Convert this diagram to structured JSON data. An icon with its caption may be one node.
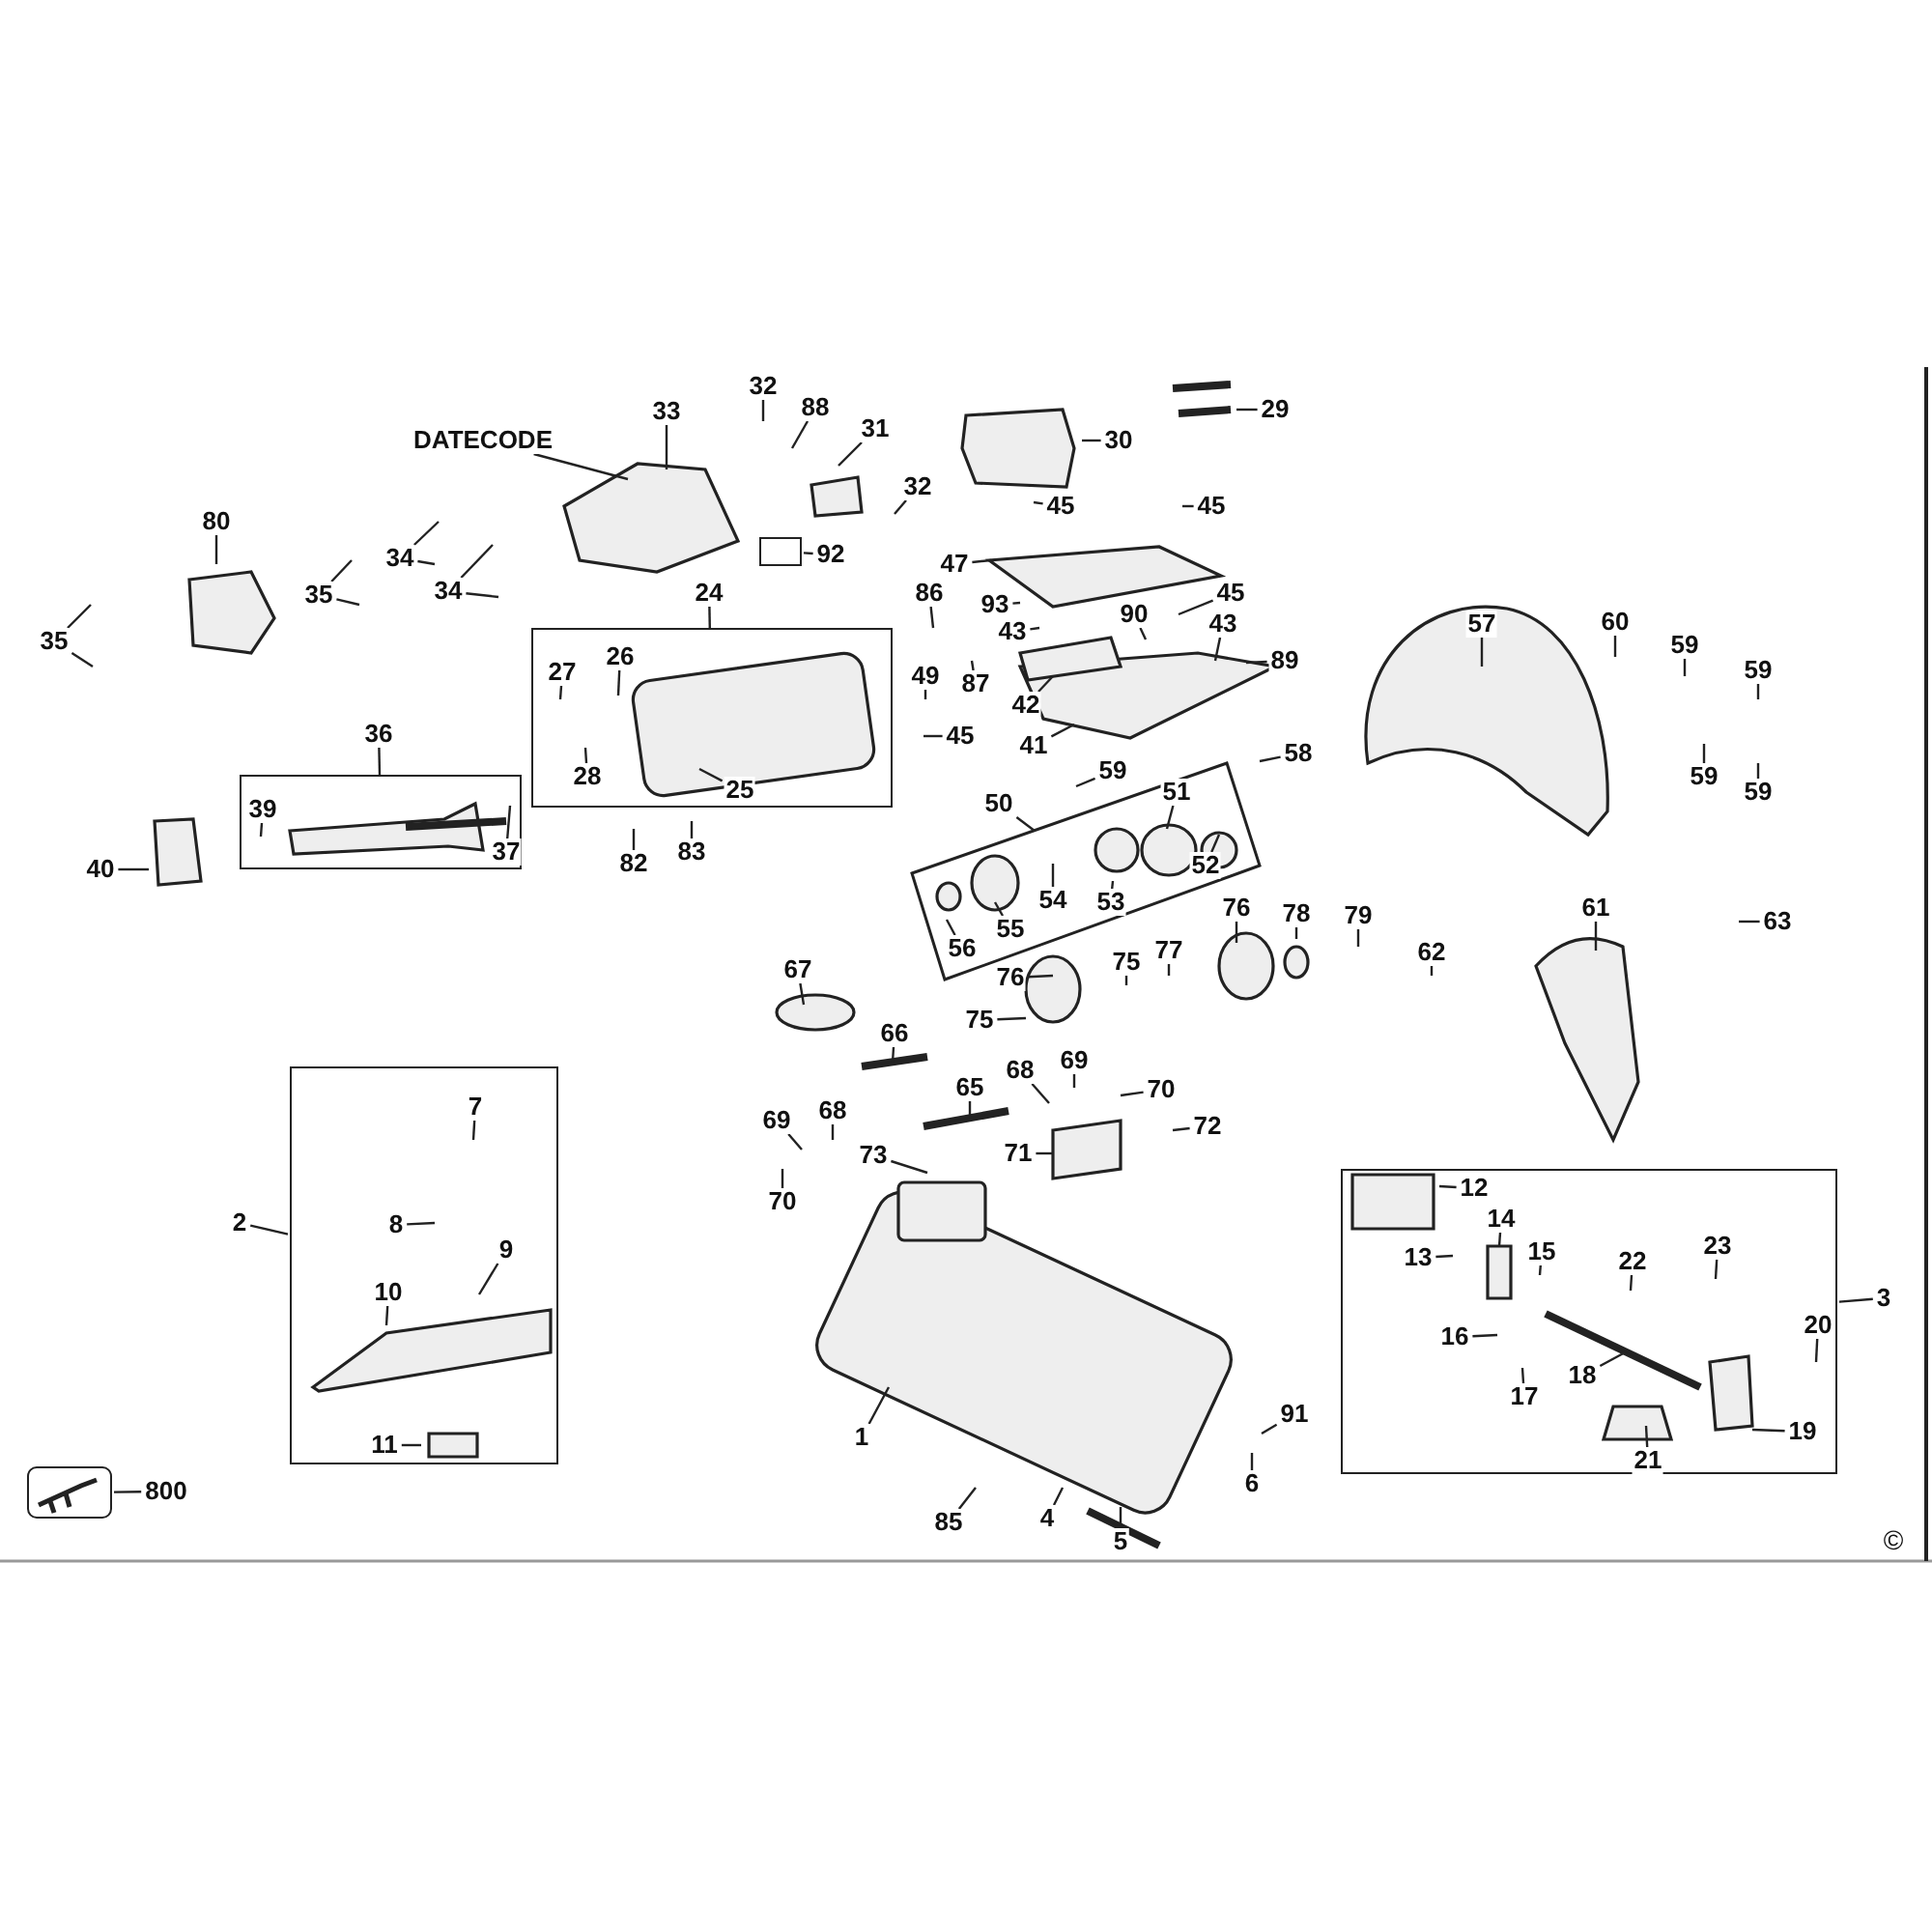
{
  "diagram": {
    "nodes": [
      {
        "text": [
          "32"
        ]
      },
      {
        "text": [
          "88"
        ]
      },
      {
        "text": [
          "29"
        ]
      },
      {
        "text": [
          "33"
        ]
      },
      {
        "text": [
          "31"
        ]
      },
      {
        "text": [
          "DATECODE"
        ]
      },
      {
        "text": [
          "30"
        ]
      },
      {
        "text": [
          "32"
        ]
      },
      {
        "text": [
          "45"
        ]
      },
      {
        "text": [
          "45"
        ]
      },
      {
        "text": [
          "80"
        ]
      },
      {
        "text": [],
        "shape": "box"
      },
      {
        "text": [
          "92"
        ]
      },
      {
        "text": [
          "34"
        ]
      },
      {
        "text": [
          "47"
        ]
      },
      {
        "text": [
          "34"
        ]
      },
      {
        "text": [
          "35"
        ]
      },
      {
        "text": [
          "24"
        ]
      },
      {
        "text": [
          "86"
        ]
      },
      {
        "text": [
          "45"
        ]
      },
      {
        "text": [
          "93"
        ]
      },
      {
        "text": [
          "43"
        ]
      },
      {
        "text": [
          "90"
        ]
      },
      {
        "text": [
          "43"
        ]
      },
      {
        "text": [
          "57"
        ]
      },
      {
        "text": [
          "60"
        ]
      },
      {
        "text": [],
        "shape": "box"
      },
      {
        "text": [
          "27"
        ],
        "in": 26
      },
      {
        "text": [
          "26"
        ],
        "in": 26
      },
      {
        "text": [
          "28"
        ],
        "in": 26
      },
      {
        "text": [
          "25"
        ],
        "in": 26
      },
      {
        "text": [
          "35"
        ]
      },
      {
        "text": [
          "59"
        ]
      },
      {
        "text": [
          "89"
        ]
      },
      {
        "text": [
          "59"
        ]
      },
      {
        "text": [
          "49"
        ]
      },
      {
        "text": [
          "87"
        ]
      },
      {
        "text": [
          "42"
        ]
      },
      {
        "text": [
          "36"
        ]
      },
      {
        "text": [],
        "shape": "box"
      },
      {
        "text": [
          "39"
        ],
        "in": 39
      },
      {
        "text": [
          "37"
        ],
        "in": 39
      },
      {
        "text": [
          "45"
        ]
      },
      {
        "text": [
          "41"
        ]
      },
      {
        "text": [
          "58"
        ]
      },
      {
        "text": [
          "59"
        ]
      },
      {
        "text": [
          "59"
        ]
      },
      {
        "text": [
          "59"
        ]
      },
      {
        "text": [
          "50"
        ]
      },
      {
        "text": [],
        "shape": "box"
      },
      {
        "text": [
          "51"
        ],
        "in": 49
      },
      {
        "text": [
          "52"
        ],
        "in": 49
      },
      {
        "text": [
          "54"
        ],
        "in": 49
      },
      {
        "text": [
          "53"
        ],
        "in": 49
      },
      {
        "text": [
          "55"
        ],
        "in": 49
      },
      {
        "text": [
          "56"
        ],
        "in": 49
      },
      {
        "text": [
          "82"
        ]
      },
      {
        "text": [
          "83"
        ]
      },
      {
        "text": [
          "40"
        ]
      },
      {
        "text": [
          "76"
        ]
      },
      {
        "text": [
          "78"
        ]
      },
      {
        "text": [
          "79"
        ]
      },
      {
        "text": [
          "61"
        ]
      },
      {
        "text": [
          "63"
        ]
      },
      {
        "text": [
          "77"
        ]
      },
      {
        "text": [
          "62"
        ]
      },
      {
        "text": [
          "75"
        ]
      },
      {
        "text": [
          "67"
        ]
      },
      {
        "text": [
          "76"
        ]
      },
      {
        "text": [
          "75"
        ]
      },
      {
        "text": [
          "66"
        ]
      },
      {
        "text": [
          "69"
        ]
      },
      {
        "text": [
          "68"
        ]
      },
      {
        "text": [
          "65"
        ]
      },
      {
        "text": [
          "70"
        ]
      },
      {
        "text": [
          "68"
        ]
      },
      {
        "text": [
          "69"
        ]
      },
      {
        "text": [
          "72"
        ]
      },
      {
        "text": [
          "71"
        ]
      },
      {
        "text": [
          "73"
        ]
      },
      {
        "text": [],
        "shape": "box"
      },
      {
        "text": [
          "7"
        ],
        "in": 80
      },
      {
        "text": [
          "8"
        ],
        "in": 80
      },
      {
        "text": [
          "9"
        ],
        "in": 80
      },
      {
        "text": [
          "10"
        ],
        "in": 80
      },
      {
        "text": [
          "11"
        ],
        "in": 80
      },
      {
        "text": [
          "2"
        ]
      },
      {
        "text": [],
        "shape": "box"
      },
      {
        "text": [
          "12"
        ],
        "in": 87
      },
      {
        "text": [
          "14"
        ],
        "in": 87
      },
      {
        "text": [
          "13"
        ],
        "in": 87
      },
      {
        "text": [
          "15"
        ],
        "in": 87
      },
      {
        "text": [
          "22"
        ],
        "in": 87
      },
      {
        "text": [
          "23"
        ],
        "in": 87
      },
      {
        "text": [
          "16"
        ],
        "in": 87
      },
      {
        "text": [
          "17"
        ],
        "in": 87
      },
      {
        "text": [
          "18"
        ],
        "in": 87
      },
      {
        "text": [
          "20"
        ],
        "in": 87
      },
      {
        "text": [
          "19"
        ],
        "in": 87
      },
      {
        "text": [
          "21"
        ],
        "in": 87
      },
      {
        "text": [
          "70"
        ]
      },
      {
        "text": [
          "3"
        ]
      },
      {
        "text": [
          "91"
        ]
      },
      {
        "text": [
          "1"
        ]
      },
      {
        "text": [
          "6"
        ]
      },
      {
        "text": [],
        "shape": "picture"
      },
      {
        "text": [
          "800"
        ]
      },
      {
        "text": [
          "4"
        ]
      },
      {
        "text": [
          "85"
        ]
      },
      {
        "text": [
          "5"
        ]
      }
    ],
    "edges": [
      {
        "from": 0,
        "to": null,
        "arrow": "none"
      },
      {
        "from": 1,
        "to": null,
        "arrow": "none"
      },
      {
        "from": 2,
        "to": null,
        "arrow": "none"
      },
      {
        "from": 3,
        "to": null,
        "arrow": "none"
      },
      {
        "from": 4,
        "to": null,
        "arrow": "none"
      },
      {
        "from": 5,
        "to": null,
        "arrow": "none"
      },
      {
        "from": 6,
        "to": null,
        "arrow": "none"
      },
      {
        "from": 7,
        "to": null,
        "arrow": "none"
      },
      {
        "from": 8,
        "to": null,
        "arrow": "none"
      },
      {
        "from": 9,
        "to": null,
        "arrow": "none"
      },
      {
        "from": 10,
        "to": null,
        "arrow": "none"
      },
      {
        "from": 12,
        "to": 11,
        "arrow": "none"
      },
      {
        "from": 13,
        "to": null,
        "arrow": "none"
      },
      {
        "from": 13,
        "to": null,
        "arrow": "none"
      },
      {
        "from": 14,
        "to": null,
        "arrow": "none"
      },
      {
        "from": 15,
        "to": null,
        "arrow": "none"
      },
      {
        "from": 15,
        "to": null,
        "arrow": "none"
      },
      {
        "from": 16,
        "to": null,
        "arrow": "none"
      },
      {
        "from": 16,
        "to": null,
        "arrow": "none"
      },
      {
        "from": 17,
        "to": 26,
        "arrow": "none"
      },
      {
        "from": 18,
        "to": null,
        "arrow": "none"
      },
      {
        "from": 19,
        "to": null,
        "arrow": "none"
      },
      {
        "from": 20,
        "to": null,
        "arrow": "none"
      },
      {
        "from": 21,
        "to": null,
        "arrow": "none"
      },
      {
        "from": 22,
        "to": null,
        "arrow": "none"
      },
      {
        "from": 23,
        "to": null,
        "arrow": "none"
      },
      {
        "from": 24,
        "to": null,
        "arrow": "none"
      },
      {
        "from": 25,
        "to": null,
        "arrow": "none"
      },
      {
        "from": 27,
        "to": null,
        "arrow": "none"
      },
      {
        "from": 28,
        "to": null,
        "arrow": "none"
      },
      {
        "from": 29,
        "to": null,
        "arrow": "none"
      },
      {
        "from": 30,
        "to": null,
        "arrow": "none"
      },
      {
        "from": 31,
        "to": null,
        "arrow": "none"
      },
      {
        "from": 31,
        "to": null,
        "arrow": "none"
      },
      {
        "from": 32,
        "to": null,
        "arrow": "none"
      },
      {
        "from": 33,
        "to": null,
        "arrow": "none"
      },
      {
        "from": 34,
        "to": null,
        "arrow": "none"
      },
      {
        "from": 35,
        "to": null,
        "arrow": "none"
      },
      {
        "from": 36,
        "to": null,
        "arrow": "none"
      },
      {
        "from": 37,
        "to": null,
        "arrow": "none"
      },
      {
        "from": 38,
        "to": 39,
        "arrow": "none"
      },
      {
        "from": 40,
        "to": null,
        "arrow": "none"
      },
      {
        "from": 41,
        "to": null,
        "arrow": "none"
      },
      {
        "from": 42,
        "to": null,
        "arrow": "none"
      },
      {
        "from": 43,
        "to": null,
        "arrow": "none"
      },
      {
        "from": 44,
        "to": null,
        "arrow": "none"
      },
      {
        "from": 45,
        "to": null,
        "arrow": "none"
      },
      {
        "from": 46,
        "to": null,
        "arrow": "none"
      },
      {
        "from": 47,
        "to": null,
        "arrow": "none"
      },
      {
        "from": 48,
        "to": 49,
        "arrow": "none"
      },
      {
        "from": 50,
        "to": null,
        "arrow": "none"
      },
      {
        "from": 51,
        "to": null,
        "arrow": "none"
      },
      {
        "from": 52,
        "to": null,
        "arrow": "none"
      },
      {
        "from": 53,
        "to": null,
        "arrow": "none"
      },
      {
        "from": 54,
        "to": null,
        "arrow": "none"
      },
      {
        "from": 55,
        "to": null,
        "arrow": "none"
      },
      {
        "from": 56,
        "to": null,
        "arrow": "none"
      },
      {
        "from": 57,
        "to": null,
        "arrow": "none"
      },
      {
        "from": 58,
        "to": null,
        "arrow": "none"
      },
      {
        "from": 59,
        "to": null,
        "arrow": "none"
      },
      {
        "from": 60,
        "to": null,
        "arrow": "none"
      },
      {
        "from": 61,
        "to": null,
        "arrow": "none"
      },
      {
        "from": 62,
        "to": null,
        "arrow": "none"
      },
      {
        "from": 63,
        "to": null,
        "arrow": "none"
      },
      {
        "from": 64,
        "to": null,
        "arrow": "none"
      },
      {
        "from": 65,
        "to": null,
        "arrow": "none"
      },
      {
        "from": 66,
        "to": null,
        "arrow": "none"
      },
      {
        "from": 67,
        "to": null,
        "arrow": "none"
      },
      {
        "from": 68,
        "to": null,
        "arrow": "none"
      },
      {
        "from": 69,
        "to": null,
        "arrow": "none"
      },
      {
        "from": 70,
        "to": null,
        "arrow": "none"
      },
      {
        "from": 71,
        "to": null,
        "arrow": "none"
      },
      {
        "from": 72,
        "to": null,
        "arrow": "none"
      },
      {
        "from": 73,
        "to": null,
        "arrow": "none"
      },
      {
        "from": 74,
        "to": null,
        "arrow": "none"
      },
      {
        "from": 75,
        "to": null,
        "arrow": "none"
      },
      {
        "from": 76,
        "to": null,
        "arrow": "none"
      },
      {
        "from": 77,
        "to": null,
        "arrow": "none"
      },
      {
        "from": 78,
        "to": null,
        "arrow": "none"
      },
      {
        "from": 79,
        "to": null,
        "arrow": "none"
      },
      {
        "from": 81,
        "to": null,
        "arrow": "none"
      },
      {
        "from": 82,
        "to": null,
        "arrow": "none"
      },
      {
        "from": 83,
        "to": null,
        "arrow": "none"
      },
      {
        "from": 84,
        "to": null,
        "arrow": "none"
      },
      {
        "from": 85,
        "to": null,
        "arrow": "none"
      },
      {
        "from": 86,
        "to": 80,
        "arrow": "none"
      },
      {
        "from": 88,
        "to": null,
        "arrow": "none"
      },
      {
        "from": 89,
        "to": null,
        "arrow": "none"
      },
      {
        "from": 90,
        "to": null,
        "arrow": "none"
      },
      {
        "from": 91,
        "to": null,
        "arrow": "none"
      },
      {
        "from": 92,
        "to": null,
        "arrow": "none"
      },
      {
        "from": 93,
        "to": null,
        "arrow": "none"
      },
      {
        "from": 94,
        "to": null,
        "arrow": "none"
      },
      {
        "from": 95,
        "to": null,
        "arrow": "none"
      },
      {
        "from": 96,
        "to": null,
        "arrow": "none"
      },
      {
        "from": 97,
        "to": null,
        "arrow": "none"
      },
      {
        "from": 98,
        "to": null,
        "arrow": "none"
      },
      {
        "from": 99,
        "to": null,
        "arrow": "none"
      },
      {
        "from": 100,
        "to": null,
        "arrow": "none"
      },
      {
        "from": 101,
        "to": 87,
        "arrow": "none"
      },
      {
        "from": 102,
        "to": null,
        "arrow": "none"
      },
      {
        "from": 103,
        "to": null,
        "arrow": "none"
      },
      {
        "from": 104,
        "to": null,
        "arrow": "none"
      },
      {
        "from": 106,
        "to": 105,
        "arrow": "none"
      },
      {
        "from": 107,
        "to": null,
        "arrow": "none"
      },
      {
        "from": 108,
        "to": null,
        "arrow": "none"
      },
      {
        "from": 109,
        "to": null,
        "arrow": "none"
      }
    ],
    "labels": [
      "©"
    ]
  }
}
